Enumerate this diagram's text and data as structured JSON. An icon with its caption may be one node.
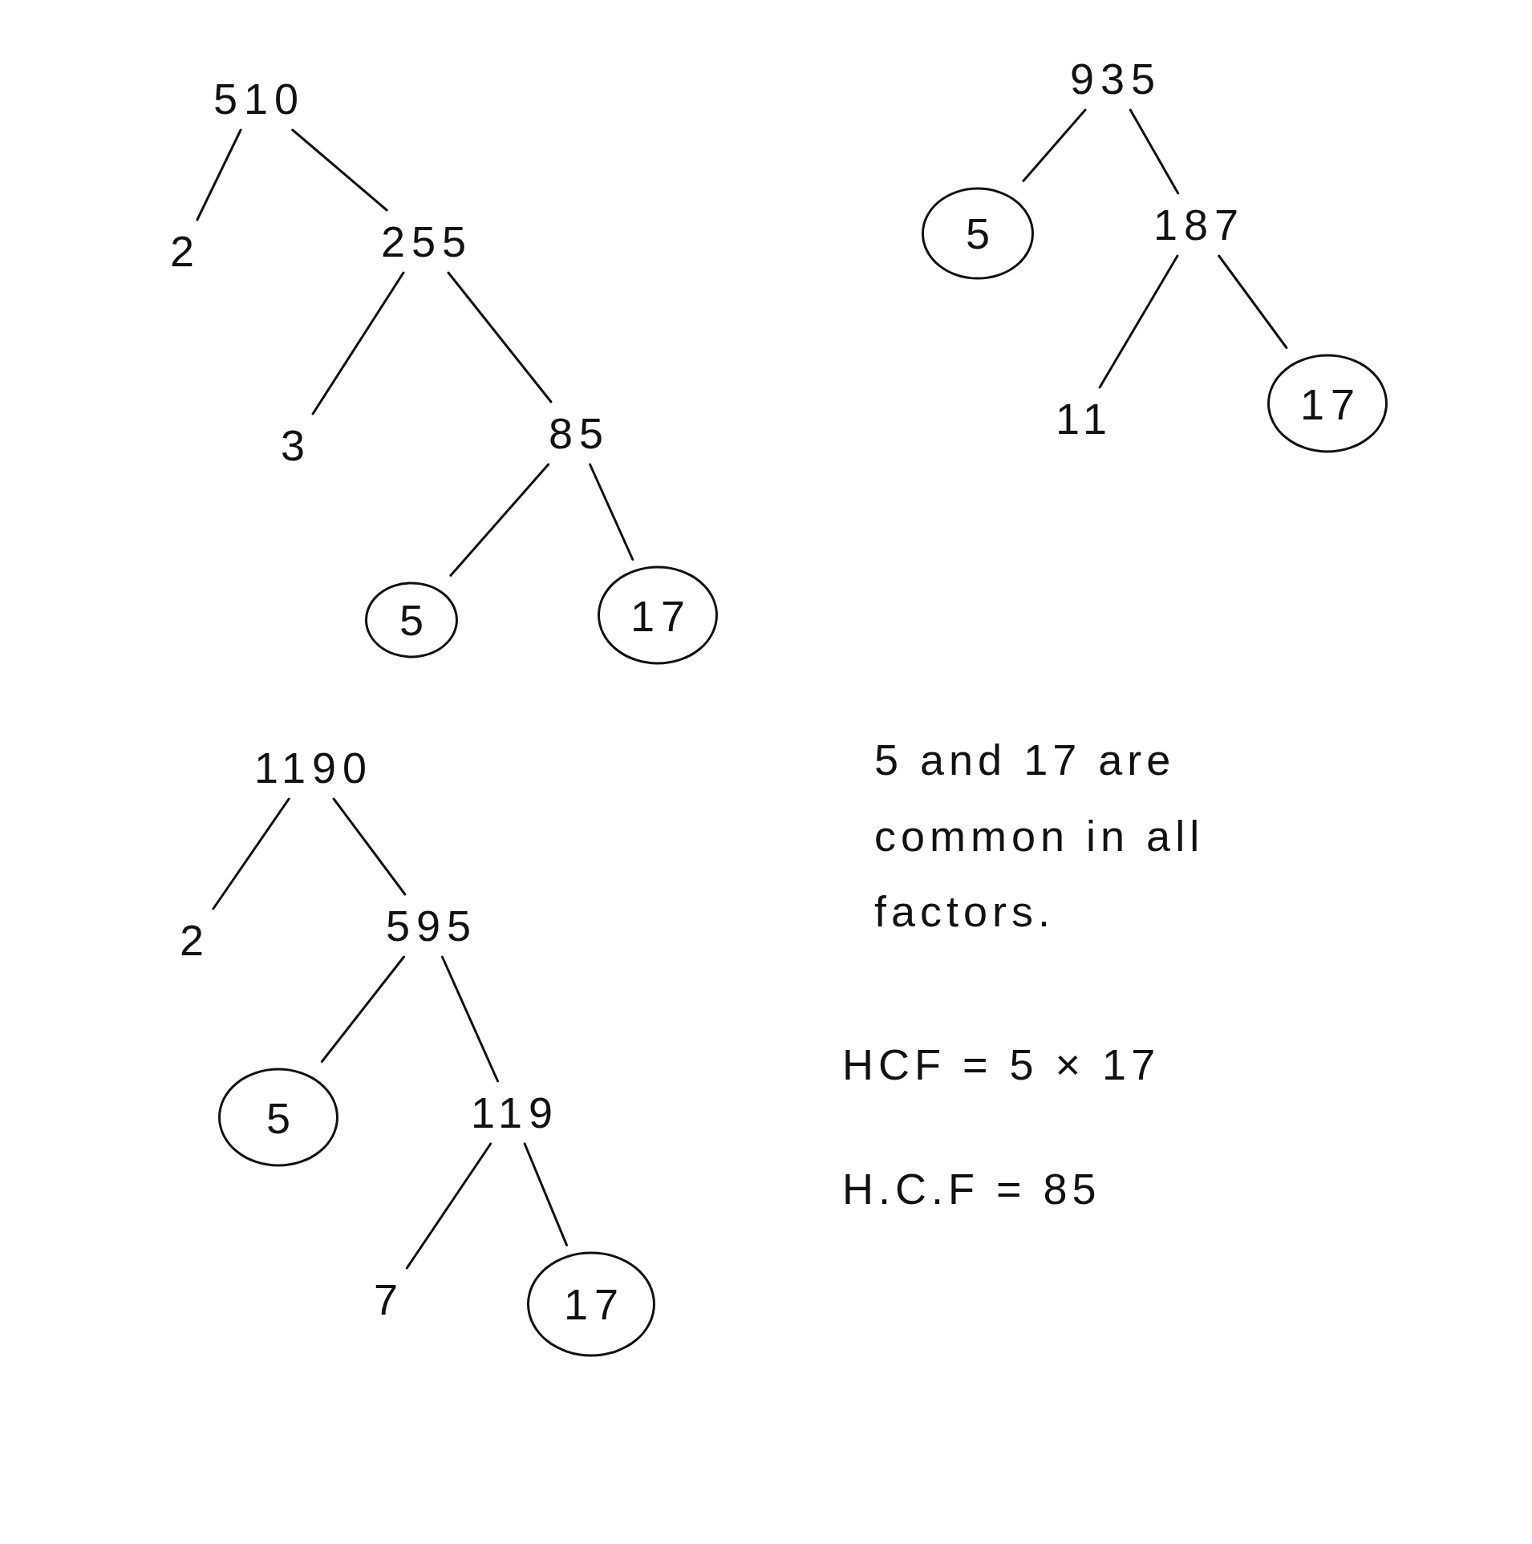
{
  "diagram": {
    "nodes": [
      {
        "text": [
          "510"
        ]
      },
      {
        "text": [
          "2"
        ]
      },
      {
        "text": [
          "255"
        ]
      },
      {
        "text": [
          "3"
        ]
      },
      {
        "text": [
          "85"
        ]
      },
      {
        "text": [
          "5"
        ]
      },
      {
        "text": [
          "17"
        ]
      },
      {
        "text": [
          "935"
        ]
      },
      {
        "text": [
          "5"
        ]
      },
      {
        "text": [
          "187"
        ]
      },
      {
        "text": [
          "11"
        ]
      },
      {
        "text": [
          "17"
        ]
      },
      {
        "text": [
          "1190"
        ]
      },
      {
        "text": [
          "2"
        ]
      },
      {
        "text": [
          "595"
        ]
      },
      {
        "text": [
          "5"
        ]
      },
      {
        "text": [
          "119"
        ]
      },
      {
        "text": [
          "7"
        ]
      },
      {
        "text": [
          "17"
        ]
      }
    ],
    "edges": [
      {
        "from": 0,
        "to": 1,
        "arrow": "none"
      },
      {
        "from": 0,
        "to": 2,
        "arrow": "none"
      },
      {
        "from": 2,
        "to": 3,
        "arrow": "none"
      },
      {
        "from": 2,
        "to": 4,
        "arrow": "none"
      },
      {
        "from": 4,
        "to": 5,
        "arrow": "none"
      },
      {
        "from": 4,
        "to": 6,
        "arrow": "none"
      },
      {
        "from": 7,
        "to": 8,
        "arrow": "none"
      },
      {
        "from": 7,
        "to": 9,
        "arrow": "none"
      },
      {
        "from": 9,
        "to": 10,
        "arrow": "none"
      },
      {
        "from": 9,
        "to": 11,
        "arrow": "none"
      },
      {
        "from": 12,
        "to": 13,
        "arrow": "none"
      },
      {
        "from": 12,
        "to": 14,
        "arrow": "none"
      },
      {
        "from": 14,
        "to": 15,
        "arrow": "none"
      },
      {
        "from": 14,
        "to": 16,
        "arrow": "none"
      },
      {
        "from": 16,
        "to": 17,
        "arrow": "none"
      },
      {
        "from": 16,
        "to": 18,
        "arrow": "none"
      }
    ],
    "labels": [
      "5 and 17 are common in all factors.",
      "HCF = 5 × 17",
      "H.C.F = 85"
    ]
  }
}
